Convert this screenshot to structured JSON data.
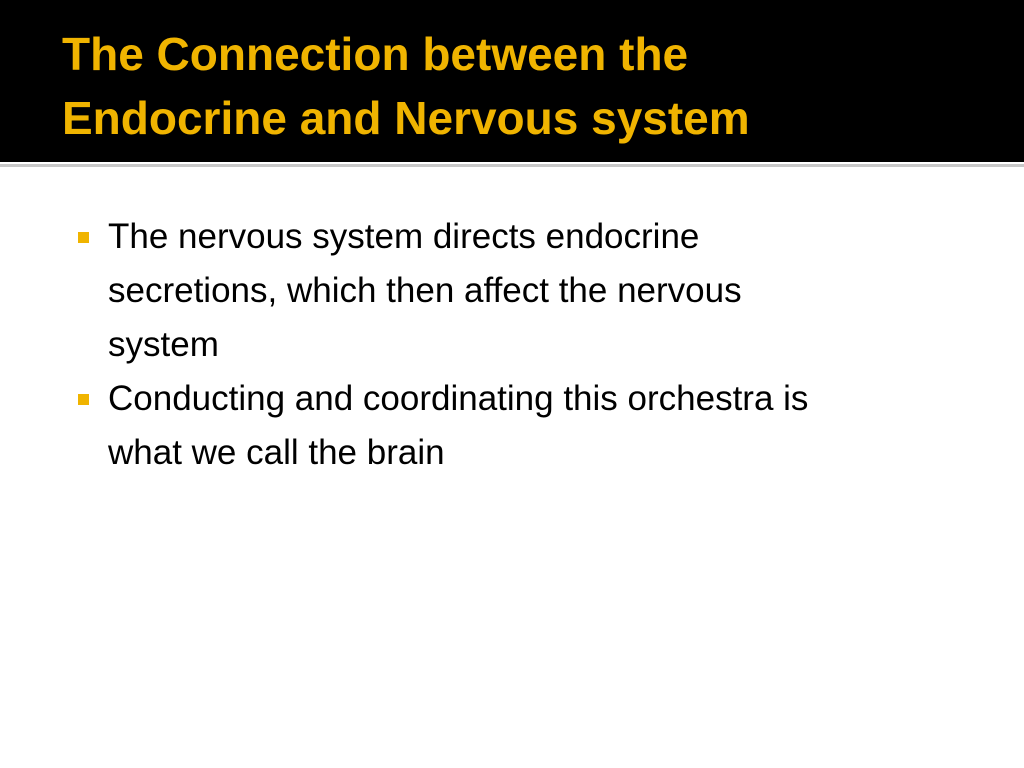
{
  "slide": {
    "title_lines": [
      "The Connection between the",
      "Endocrine and Nervous system"
    ],
    "bullets": [
      {
        "lines": [
          "The nervous system directs endocrine",
          "secretions, which then affect the nervous",
          "system"
        ]
      },
      {
        "lines": [
          "Conducting and coordinating this orchestra is",
          "what we call the brain"
        ]
      }
    ]
  },
  "colors": {
    "title_bar": "#000000",
    "title_text": "#f0b400",
    "bullet_marker": "#f0b400",
    "body_text": "#000000",
    "background": "#ffffff"
  }
}
